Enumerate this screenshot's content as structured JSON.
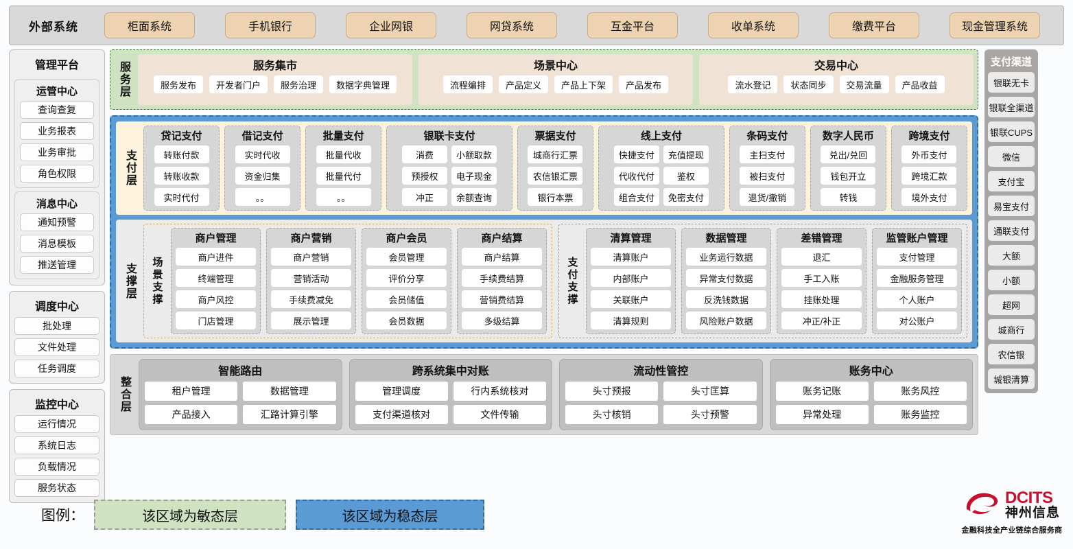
{
  "external": {
    "title": "外部系统",
    "items": [
      "柜面系统",
      "手机银行",
      "企业网银",
      "网贷系统",
      "互金平台",
      "收单系统",
      "缴费平台",
      "现金管理系统"
    ]
  },
  "left_sidebar": {
    "title": "管理平台",
    "groups": [
      {
        "title": "运管中心",
        "items": [
          "查询查复",
          "业务报表",
          "业务审批",
          "角色权限"
        ]
      },
      {
        "title": "消息中心",
        "items": [
          "通知预警",
          "消息模板",
          "推送管理"
        ]
      }
    ],
    "panels": [
      {
        "title": "调度中心",
        "items": [
          "批处理",
          "文件处理",
          "任务调度"
        ]
      },
      {
        "title": "监控中心",
        "items": [
          "运行情况",
          "系统日志",
          "负载情况",
          "服务状态"
        ]
      }
    ]
  },
  "right_sidebar": {
    "title": "支付渠道",
    "items": [
      "银联无卡",
      "银联全渠道",
      "银联CUPS",
      "微信",
      "支付宝",
      "易宝支付",
      "通联支付",
      "大额",
      "小额",
      "超网",
      "城商行",
      "农信银",
      "城银清算"
    ]
  },
  "service_layer": {
    "side_label": "服务层",
    "cards": [
      {
        "title": "服务集市",
        "items": [
          "服务发布",
          "开发者门户",
          "服务治理",
          "数据字典管理"
        ]
      },
      {
        "title": "场景中心",
        "items": [
          "流程编排",
          "产品定义",
          "产品上下架",
          "产品发布"
        ]
      },
      {
        "title": "交易中心",
        "items": [
          "流水登记",
          "状态同步",
          "交易流量",
          "产品收益"
        ]
      }
    ]
  },
  "payment_layer": {
    "side_label": "支付层",
    "columns": [
      {
        "title": "贷记支付",
        "cols": 1,
        "items": [
          "转账付款",
          "转账收款",
          "实时代付"
        ]
      },
      {
        "title": "借记支付",
        "cols": 1,
        "items": [
          "实时代收",
          "资金归集",
          "。。"
        ]
      },
      {
        "title": "批量支付",
        "cols": 1,
        "items": [
          "批量代收",
          "批量代付",
          "。。"
        ]
      },
      {
        "title": "银联卡支付",
        "cols": 2,
        "items": [
          "消费",
          "小额取款",
          "预授权",
          "电子现金",
          "冲正",
          "余额查询"
        ]
      },
      {
        "title": "票据支付",
        "cols": 1,
        "items": [
          "城商行汇票",
          "农信银汇票",
          "银行本票"
        ]
      },
      {
        "title": "线上支付",
        "cols": 2,
        "items": [
          "快捷支付",
          "充值提现",
          "代收代付",
          "鉴权",
          "组合支付",
          "免密支付"
        ]
      },
      {
        "title": "条码支付",
        "cols": 1,
        "items": [
          "主扫支付",
          "被扫支付",
          "退货/撤销"
        ]
      },
      {
        "title": "数字人民币",
        "cols": 1,
        "items": [
          "兑出/兑回",
          "钱包开立",
          "转钱"
        ]
      },
      {
        "title": "跨境支付",
        "cols": 1,
        "items": [
          "外币支付",
          "跨境汇款",
          "境外支付"
        ]
      }
    ]
  },
  "support_layer": {
    "side_label": "支撑层",
    "zones": [
      {
        "side_label": "场景支撑",
        "columns": [
          {
            "title": "商户管理",
            "items": [
              "商户进件",
              "终端管理",
              "商户风控",
              "门店管理"
            ]
          },
          {
            "title": "商户营销",
            "items": [
              "商户营销",
              "营销活动",
              "手续费减免",
              "展示管理"
            ]
          },
          {
            "title": "商户会员",
            "items": [
              "会员管理",
              "评价分享",
              "会员储值",
              "会员数据"
            ]
          },
          {
            "title": "商户结算",
            "items": [
              "商户结算",
              "手续费结算",
              "营销费结算",
              "多级结算"
            ]
          }
        ]
      },
      {
        "side_label": "支付支撑",
        "columns": [
          {
            "title": "清算管理",
            "items": [
              "清算账户",
              "内部账户",
              "关联账户",
              "清算规则"
            ]
          },
          {
            "title": "数据管理",
            "items": [
              "业务运行数据",
              "异常支付数据",
              "反洗钱数据",
              "风险账户数据"
            ]
          },
          {
            "title": "差错管理",
            "items": [
              "退汇",
              "手工入账",
              "挂账处理",
              "冲正/补正"
            ]
          },
          {
            "title": "监管账户管理",
            "items": [
              "支付管理",
              "金融服务管理",
              "个人账户",
              "对公账户"
            ]
          }
        ]
      }
    ]
  },
  "integration_layer": {
    "side_label": "整合层",
    "cards": [
      {
        "title": "智能路由",
        "rows": [
          [
            "租户管理",
            "数据管理"
          ],
          [
            "产品接入",
            "汇路计算引擎"
          ]
        ]
      },
      {
        "title": "跨系统集中对账",
        "rows": [
          [
            "管理调度",
            "行内系统核对"
          ],
          [
            "支付渠道核对",
            "文件传输"
          ]
        ]
      },
      {
        "title": "流动性管控",
        "rows": [
          [
            "头寸预报",
            "头寸匡算"
          ],
          [
            "头寸核销",
            "头寸预警"
          ]
        ]
      },
      {
        "title": "账务中心",
        "rows": [
          [
            "账务记账",
            "账务风控"
          ],
          [
            "异常处理",
            "账务监控"
          ]
        ]
      }
    ]
  },
  "legend": {
    "label": "图例：",
    "agile": "该区域为敏态层",
    "stable": "该区域为稳态层",
    "agile_color": "#cfe2c1",
    "stable_color": "#5b9bd5"
  },
  "logo": {
    "en": "DCITS",
    "cn": "神州信息",
    "tagline": "金融科技全产业链综合服务商",
    "brand_color": "#c8102e"
  }
}
